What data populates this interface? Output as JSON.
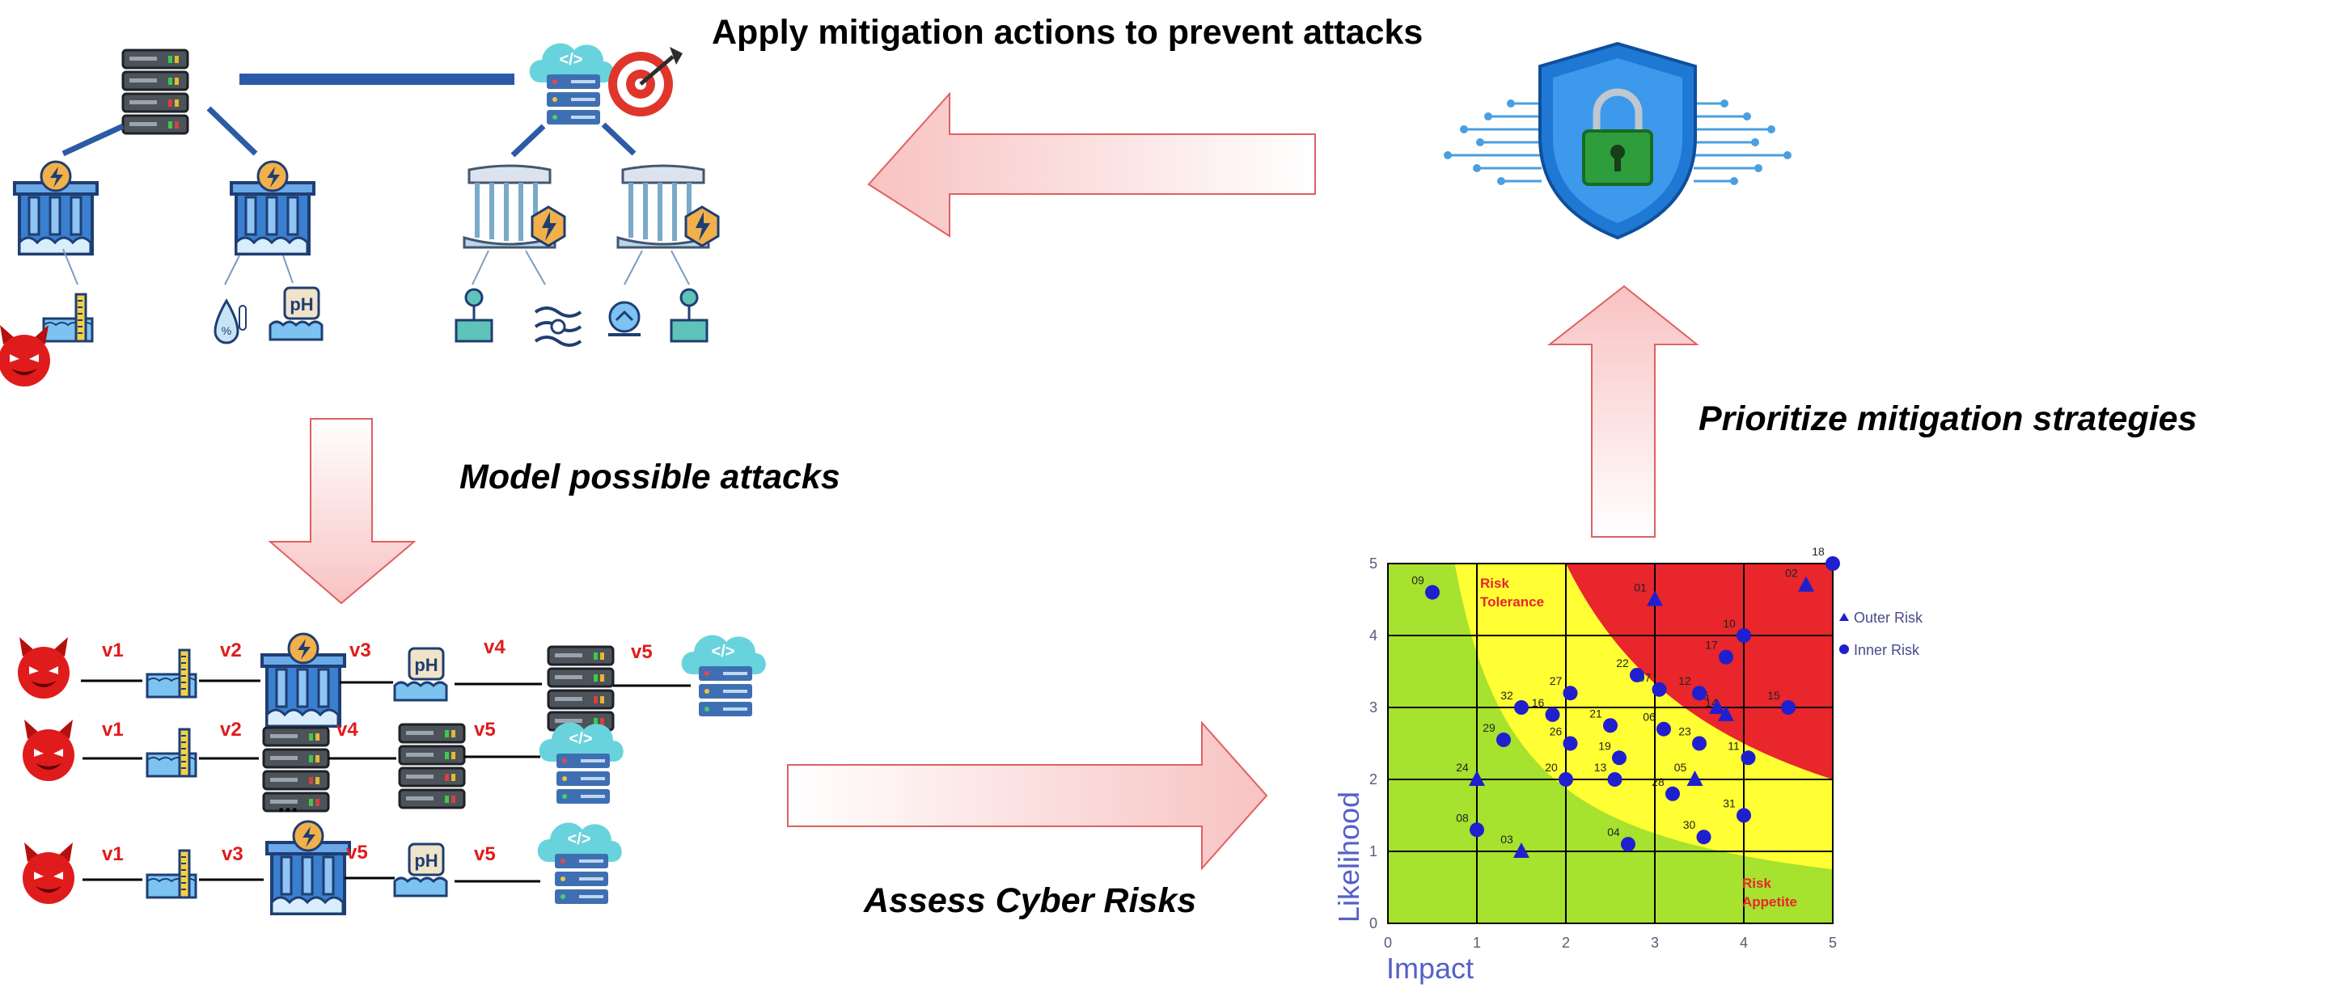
{
  "captions": {
    "apply": "Apply mitigation  actions to prevent attacks",
    "model": "Model possible attacks",
    "assess": "Assess  Cyber Risks",
    "prioritize": "Prioritize mitigation strategies"
  },
  "attack_paths": [
    {
      "steps": [
        "v1",
        "v2",
        "v3",
        "v4",
        "v5"
      ]
    },
    {
      "steps": [
        "v1",
        "v2",
        "v4",
        "v5"
      ]
    },
    {
      "steps": [
        "v1",
        "v3",
        "v5",
        "v5"
      ]
    }
  ],
  "ellipsis": "...",
  "icons": {
    "ph_label": "pH",
    "cloud_code": "</>"
  },
  "colors": {
    "arrow_fill_start": "#fbd0d0",
    "arrow_fill_end": "#ffffff",
    "arrow_stroke": "#e06060",
    "link_blue": "#2d5aa6",
    "devil_red": "#e01b1b",
    "risk_green": "#a6e22e",
    "risk_yellow": "#ffff33",
    "risk_red": "#e8262b",
    "point_blue": "#1f1fd0",
    "axis_label": "#5560c8"
  },
  "chart_data": {
    "type": "scatter",
    "xlabel": "Impact",
    "ylabel": "Likelihood",
    "xlim": [
      0,
      5
    ],
    "ylim": [
      0,
      5
    ],
    "xticks": [
      "0",
      "1",
      "2",
      "3",
      "4",
      "5"
    ],
    "yticks": [
      "0",
      "1",
      "2",
      "3",
      "4",
      "5"
    ],
    "grid": true,
    "legend_position": "right",
    "legend": [
      {
        "marker": "triangle",
        "label": "Outer Risk"
      },
      {
        "marker": "circle",
        "label": "Inner Risk"
      }
    ],
    "zone_labels": {
      "tolerance": [
        "Risk",
        "Tolerance"
      ],
      "appetite": [
        "Risk",
        "Appetite"
      ]
    },
    "series": [
      {
        "name": "Outer Risk",
        "marker": "triangle",
        "points": [
          {
            "label": "01",
            "x": 3.0,
            "y": 4.5
          },
          {
            "label": "02",
            "x": 4.7,
            "y": 4.7
          },
          {
            "label": "03",
            "x": 1.5,
            "y": 1.0
          },
          {
            "label": "05",
            "x": 3.45,
            "y": 2.0
          },
          {
            "label": "14",
            "x": 3.8,
            "y": 2.9
          },
          {
            "label": "24",
            "x": 1.0,
            "y": 2.0
          },
          {
            "label": "25",
            "x": 3.7,
            "y": 3.0
          }
        ]
      },
      {
        "name": "Inner Risk",
        "marker": "circle",
        "points": [
          {
            "label": "04",
            "x": 2.7,
            "y": 1.1
          },
          {
            "label": "06",
            "x": 3.1,
            "y": 2.7
          },
          {
            "label": "07",
            "x": 3.05,
            "y": 3.25
          },
          {
            "label": "08",
            "x": 1.0,
            "y": 1.3
          },
          {
            "label": "09",
            "x": 0.5,
            "y": 4.6
          },
          {
            "label": "10",
            "x": 4.0,
            "y": 4.0
          },
          {
            "label": "11",
            "x": 4.05,
            "y": 2.3
          },
          {
            "label": "12",
            "x": 3.5,
            "y": 3.2
          },
          {
            "label": "13",
            "x": 2.55,
            "y": 2.0
          },
          {
            "label": "15",
            "x": 4.5,
            "y": 3.0
          },
          {
            "label": "16",
            "x": 1.85,
            "y": 2.9
          },
          {
            "label": "17",
            "x": 3.8,
            "y": 3.7
          },
          {
            "label": "18",
            "x": 5.0,
            "y": 5.0
          },
          {
            "label": "19",
            "x": 2.6,
            "y": 2.3
          },
          {
            "label": "20",
            "x": 2.0,
            "y": 2.0
          },
          {
            "label": "21",
            "x": 2.5,
            "y": 2.75
          },
          {
            "label": "22",
            "x": 2.8,
            "y": 3.45
          },
          {
            "label": "23",
            "x": 3.5,
            "y": 2.5
          },
          {
            "label": "26",
            "x": 2.05,
            "y": 2.5
          },
          {
            "label": "27",
            "x": 2.05,
            "y": 3.2
          },
          {
            "label": "28",
            "x": 3.2,
            "y": 1.8
          },
          {
            "label": "29",
            "x": 1.3,
            "y": 2.55
          },
          {
            "label": "30",
            "x": 3.55,
            "y": 1.2
          },
          {
            "label": "31",
            "x": 4.0,
            "y": 1.5
          },
          {
            "label": "32",
            "x": 1.5,
            "y": 3.0
          }
        ]
      }
    ]
  }
}
